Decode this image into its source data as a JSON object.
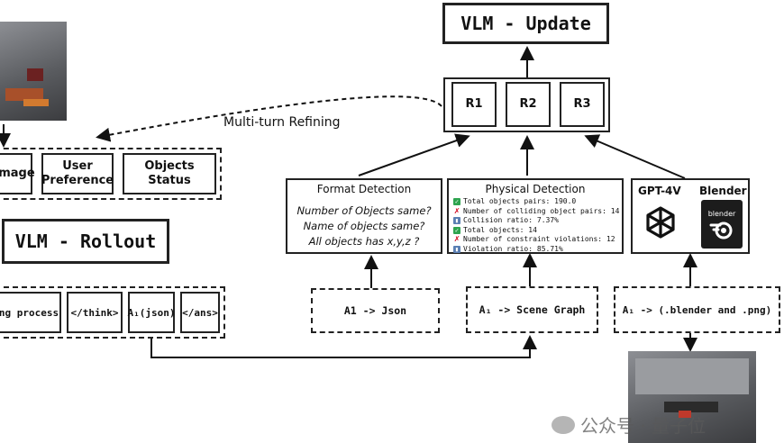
{
  "top": {
    "update_title": "VLM - Update",
    "rewards": [
      "R1",
      "R2",
      "R3"
    ]
  },
  "refine_label": "Multi-turn Refining",
  "inputs": {
    "image": "Image",
    "user_pref": "User\nPreference",
    "objects_status": "Objects\nStatus"
  },
  "rollout_title": "VLM - Rollout",
  "rollout_tokens": [
    "ng process",
    "</think>",
    "A₁(json)",
    "</ans>"
  ],
  "format_detection": {
    "title": "Format Detection",
    "checks": [
      "Number of Objects same?",
      "Name of objects same?",
      "All objects has x,y,z ?"
    ]
  },
  "physical_detection": {
    "title": "Physical Detection",
    "metrics": [
      {
        "mark": "ok",
        "text": "Total objects pairs: 190.0"
      },
      {
        "mark": "bad",
        "text": "Number of colliding object pairs: 14"
      },
      {
        "mark": "stat",
        "text": "Collision ratio: 7.37%"
      },
      {
        "mark": "ok",
        "text": "Total objects: 14"
      },
      {
        "mark": "bad",
        "text": "Number of constraint violations: 12"
      },
      {
        "mark": "stat",
        "text": "Violation ratio: 85.71%"
      }
    ]
  },
  "judges": {
    "gpt": "GPT-4V",
    "blender": "Blender",
    "blender_logo_text": "blender"
  },
  "transforms": [
    "A1 -> Json",
    "A₁ -> Scene Graph",
    "A₁ -> (.blender and .png)"
  ],
  "watermark": "公众号 · 量子位"
}
